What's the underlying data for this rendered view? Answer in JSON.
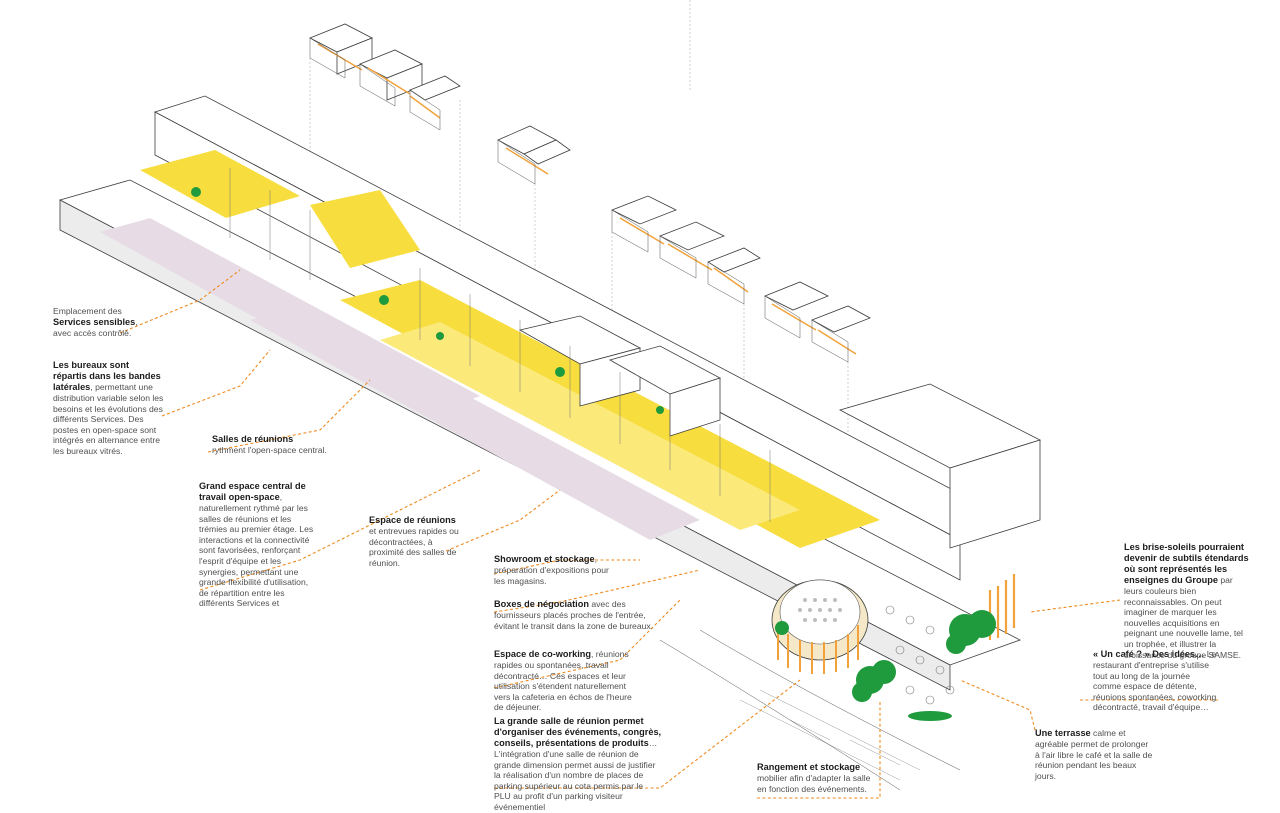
{
  "annotations": {
    "services": {
      "line1": "Emplacement des",
      "bold": "Services sensibles",
      "line3": "avec accès contrôlé."
    },
    "bureaux": {
      "bold1": "Les bureaux sont",
      "bold2": "répartis dans les bandes",
      "bold3": "latérales",
      "rest": ", permettant une distribution variable selon les besoins et les évolutions des différents Services. Des postes en open-space sont intégrés en alternance entre les bureaux vitrés."
    },
    "salles": {
      "bold": "Salles de réunions",
      "body": "rythment l'open-space central."
    },
    "grand_espace": {
      "bold1": "Grand espace central de",
      "bold2": "travail open-space",
      "rest": ", naturellement rythmé par les salles de réunions et les trémies au premier étage. Les interactions et la connectivité sont favorisées, renforçant l'esprit d'équipe et les synergies, permettant une grande flexibilité d'utilisation, de répartition entre les différents Services et"
    },
    "espace_reunions": {
      "bold": "Espace de réunions",
      "rest": " et entrevues rapides ou décontractées, à proximité des salles de réunion."
    },
    "showroom": {
      "bold": "Showroom et stockage",
      "rest": ", préparation d'expositions pour les magasins."
    },
    "boxes": {
      "bold": "Boxes de négociation",
      "rest": " avec des fournisseurs placés proches de l'entrée, évitant le transit dans la zone de bureaux."
    },
    "coworking": {
      "bold": "Espace de co-working",
      "rest": ", réunions rapides ou spontanées, travail décontracté… Ces espaces et leur utilisation s'étendent naturellement vers la cafeteria en échos de l'heure de déjeuner."
    },
    "grande_salle": {
      "bold1": "La grande salle de réunion permet",
      "bold2": "d'organiser des événements, congrès, conseils, présentations de produits",
      "rest": "… L'intégration d'une salle de réunion de grande dimension permet aussi de justifier la réalisation d'un nombre de places de parking supérieur au cota permis par le PLU au profit d'un parking visiteur événementiel"
    },
    "rangement": {
      "bold": "Rangement et stockage",
      "rest": " mobilier afin d'adapter la salle en fonction des événements."
    },
    "terrasse": {
      "bold": "Une terrasse",
      "rest": " calme et agréable permet de prolonger à l'air libre le café et la salle de réunion pendant les beaux jours."
    },
    "cafe": {
      "bold": "« Un café ? » Des idées…",
      "rest": " Le restaurant d'entreprise s'utilise tout au long de la journée comme espace de détente, réunions spontanées, coworking décontracté, travail d'équipe…"
    },
    "brise_soleils": {
      "bold1": "Les brise-soleils pourraient devenir de subtils étendards où sont représentés les enseignes du Groupe",
      "rest": " par leurs couleurs bien reconnaissables. On peut imaginer de marquer les nouvelles acquisitions en peignant une nouvelle lame, tel un trophée, et illustrer la croissance du groupe SAMSE."
    }
  },
  "colors": {
    "accent_yellow": "#f7dd3e",
    "leader_orange": "#f08a1e",
    "tree_green": "#1f9a3c",
    "slat_orange": "#f2a23a"
  }
}
